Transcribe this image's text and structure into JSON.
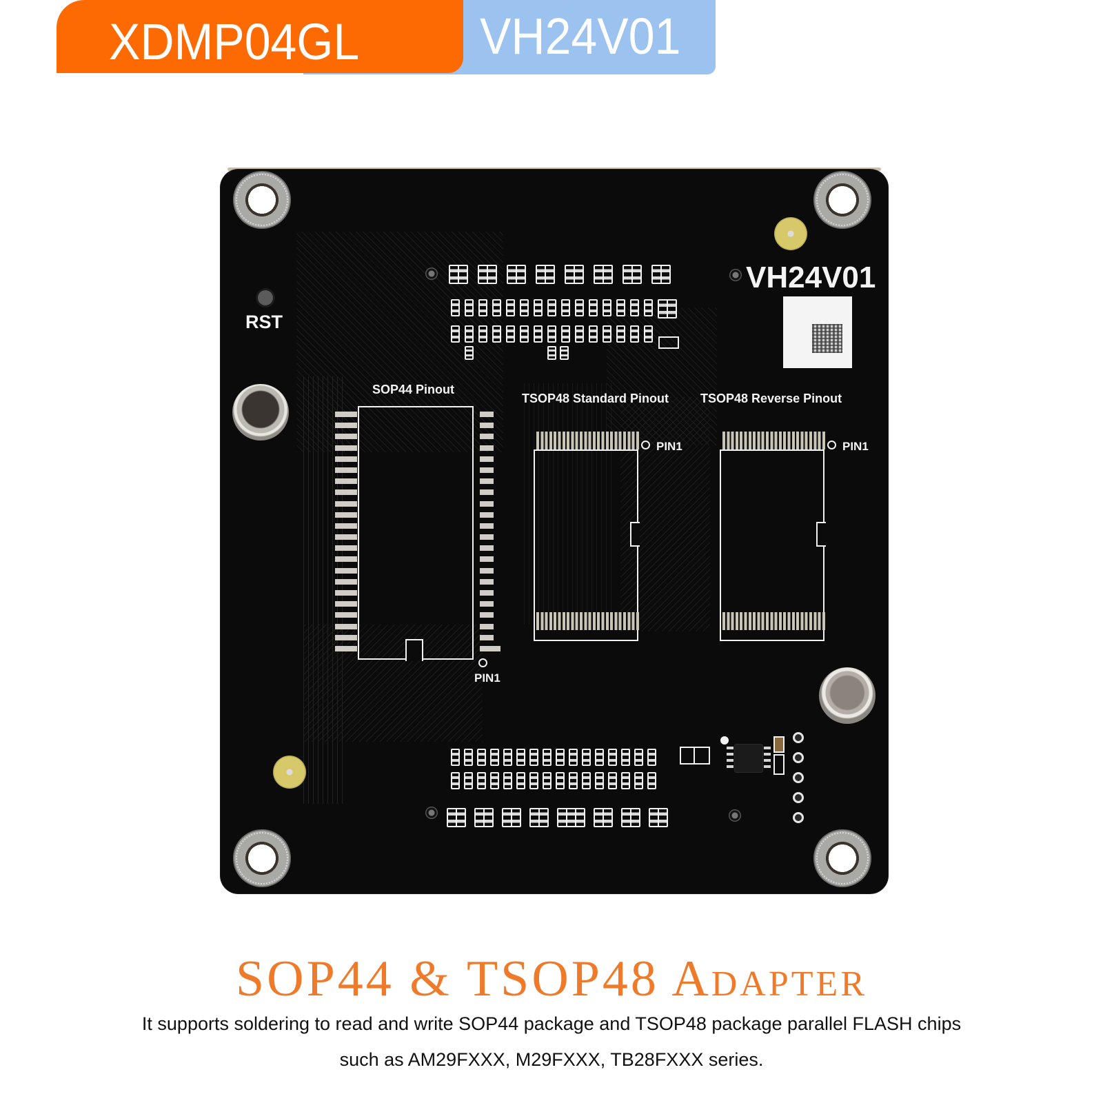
{
  "header": {
    "model_label": "XDMP04GL",
    "version_label": "VH24V01",
    "colors": {
      "model_bg": "#fe6a02",
      "version_bg": "#9cc3ef",
      "text": "#ffffff"
    }
  },
  "board": {
    "silkscreen": {
      "board_version": "VH24V01",
      "reset_label": "RST",
      "sop44_title": "SOP44 Pinout",
      "tsop48_standard_title": "TSOP48 Standard Pinout",
      "tsop48_reverse_title": "TSOP48 Reverse Pinout",
      "pin1_sop44": "PIN1",
      "pin1_tsop_standard": "PIN1",
      "pin1_tsop_reverse": "PIN1"
    },
    "colors": {
      "pcb": "#0b0b0b",
      "silkscreen": "#f2f2f2",
      "pads": "#cfcdc5",
      "fiducial": "#d7c86a"
    }
  },
  "caption": {
    "title": "SOP44 & TSOP48 Adapter",
    "line1": "It supports soldering to read and write SOP44 package and TSOP48 package parallel FLASH chips",
    "line2": "such as AM29FXXX, M29FXXX, TB28FXXX series.",
    "title_color": "#ee7a2a"
  }
}
